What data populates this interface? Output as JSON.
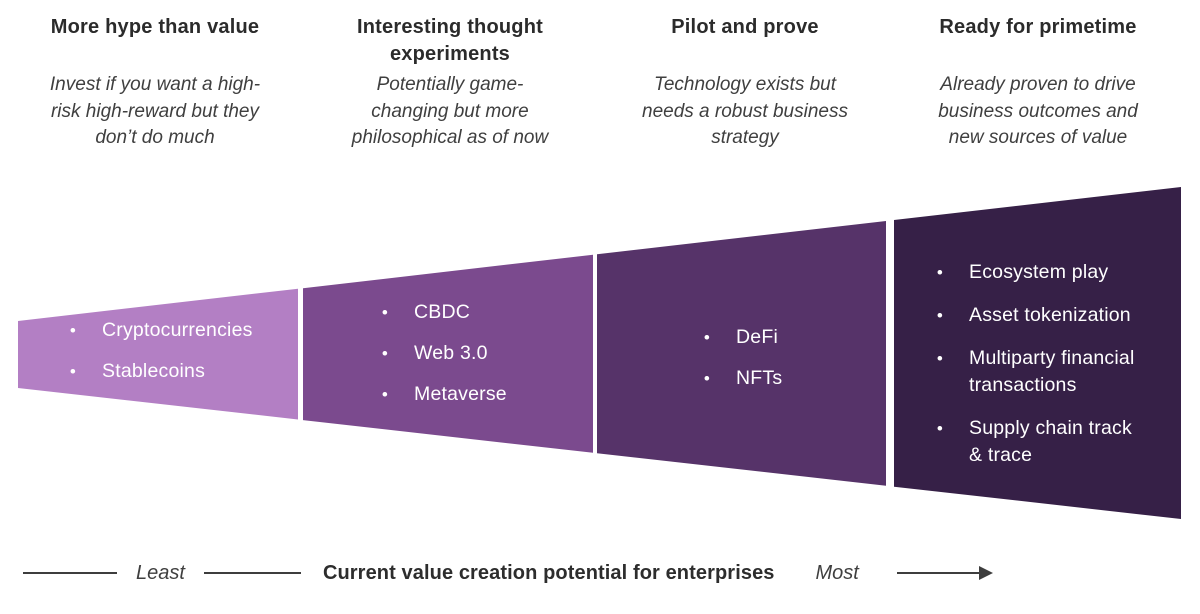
{
  "columns": [
    {
      "title": "More hype than value",
      "subtitle": "Invest if you want a high-\nrisk high-reward but they\ndon’t do much"
    },
    {
      "title": "Interesting thought\nexperiments",
      "subtitle": "Potentially game-\nchanging but more\nphilosophical as of now"
    },
    {
      "title": "Pilot and prove",
      "subtitle": "Technology exists but\nneeds a robust business\nstrategy"
    },
    {
      "title": "Ready for primetime",
      "subtitle": "Already proven to drive\nbusiness outcomes and\nnew sources of value"
    }
  ],
  "funnel": {
    "bullet": "•",
    "segments": [
      {
        "label": "More hype than value",
        "color": "#b37fc4",
        "items": [
          "Cryptocurrencies",
          "Stablecoins"
        ]
      },
      {
        "label": "Interesting thought experiments",
        "color": "#7b4a8e",
        "items": [
          "CBDC",
          "Web 3.0",
          "Metaverse"
        ]
      },
      {
        "label": "Pilot and prove",
        "color": "#563369",
        "items": [
          "DeFi",
          "NFTs"
        ]
      },
      {
        "label": "Ready for primetime",
        "color": "#362047",
        "items": [
          "Ecosystem play",
          "Asset tokenization",
          "Multiparty financial\ntransactions",
          "Supply chain track\n& trace"
        ]
      }
    ]
  },
  "axis": {
    "left_label": "Least",
    "title": "Current value creation potential for enterprises",
    "right_label": "Most",
    "line_color": "#3d3d3d"
  }
}
